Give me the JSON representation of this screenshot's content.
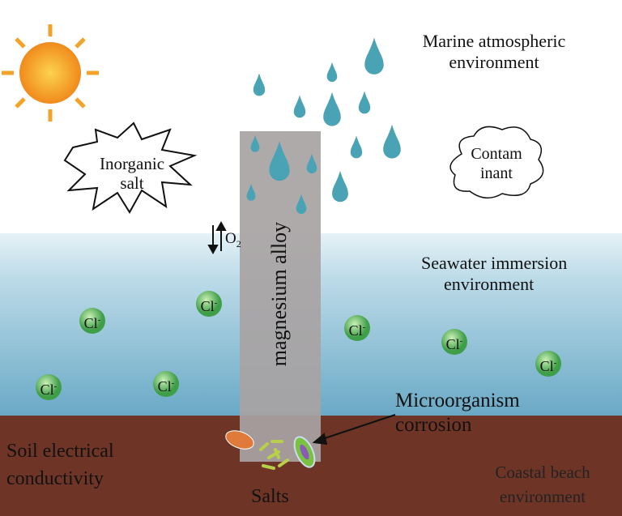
{
  "labels": {
    "marine": [
      "Marine atmospheric",
      "environment"
    ],
    "inorganic": [
      "Inorganic",
      "salt"
    ],
    "contaminant": [
      "Contam",
      "inant"
    ],
    "o2": "O",
    "o2_sub": "2",
    "alloy": "magnesium alloy",
    "seawater": [
      "Seawater immersion",
      "environment"
    ],
    "chloride": "Cl",
    "chloride_sup": "-",
    "microorganism": [
      "Microorganism",
      "corrosion"
    ],
    "soil": [
      "Soil electrical",
      "conductivity"
    ],
    "salts": "Salts",
    "coastal": [
      "Coastal beach",
      "environment"
    ]
  },
  "colors": {
    "water_top": "#d8ecf3",
    "water": "#7fb6d0",
    "soil": "#6e3526",
    "alloy": "#a8a3a3",
    "drop": "#4aa3b4",
    "sun": "#f3a32a",
    "chloride": "#6cc06a"
  }
}
